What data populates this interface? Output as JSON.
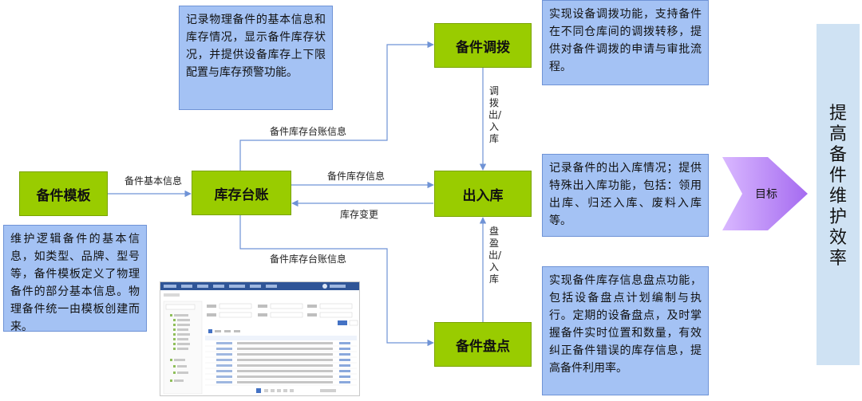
{
  "nodes": {
    "template": "备件模板",
    "ledger": "库存台账",
    "transfer": "备件调拨",
    "inout": "出入库",
    "stocktake": "备件盘点"
  },
  "notes": {
    "ledger_desc": "记录物理备件的基本信息和库存情况，显示备件库存状况，并提供设备库存上下限配置与库存预警功能。",
    "template_desc": "维护逻辑备件的基本信息，如类型、品牌、型号等，备件模板定义了物理备件的部分基本信息。物理备件统一由模板创建而来。",
    "transfer_desc": "实现设备调拨功能，支持备件在不同仓库间的调拨转移，提供对备件调拨的申请与审批流程。",
    "inout_desc": "记录备件的出入库情况；提供特殊出入库功能，包括：领用出库、归还入库、废料入库等。",
    "stocktake_desc": "实现备件库存信息盘点功能，包括设备盘点计划编制与执行。定期的设备盘点，及时掌握备件实时位置和数量，有效纠正备件错误的库存信息，提高备件利用率。"
  },
  "edges": {
    "template_to_ledger": "备件基本信息",
    "ledger_to_transfer": "备件库存台账信息",
    "ledger_to_inout": "备件库存信息",
    "inout_to_ledger": "库存变更",
    "ledger_to_stocktake": "备件库存台账信息",
    "transfer_to_inout": "调拨出/入库",
    "stocktake_to_inout": "盘盈出/入库"
  },
  "goal_arrow": "目标",
  "goal": "提高备件维护效率",
  "colors": {
    "node_fill": "#99cc00",
    "note_fill": "#a4c2f4",
    "goal_fill": "#cfe2f3",
    "arrow_fill": "#cc99ff",
    "line": "#6f93d6"
  }
}
